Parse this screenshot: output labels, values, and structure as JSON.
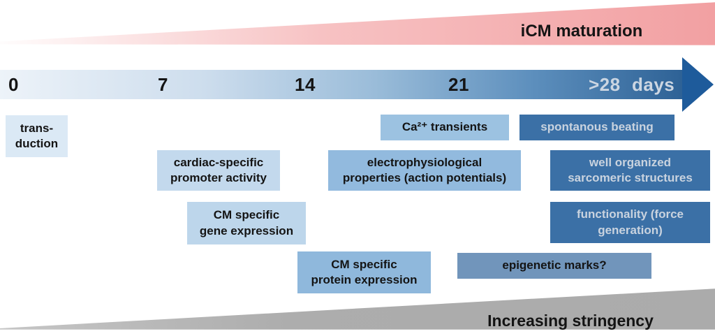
{
  "figure": {
    "top_band": {
      "label": "iCM maturation",
      "color_left": "#f7c8c9",
      "color_right": "#f2a0a2"
    },
    "timeline": {
      "day_labels": [
        "0",
        "7",
        "14",
        "21",
        ">28"
      ],
      "unit_label": "days",
      "bar_color_start": "#edf3f9",
      "bar_color_end": "#2e6296",
      "arrowhead_color": "#1e5b9b",
      "early_label_color": "#141414",
      "late_label_color": "#ccd6e2"
    },
    "milestones": [
      {
        "text": "trans-\nduction",
        "bg": "#dbe9f5",
        "fg": "#141414"
      },
      {
        "text": "cardiac-specific\npromoter activity",
        "bg": "#c3d9ed",
        "fg": "#141414"
      },
      {
        "text": "CM specific\ngene expression",
        "bg": "#bdd6eb",
        "fg": "#141414"
      },
      {
        "text": "CM specific\nprotein expression",
        "bg": "#8fb8dc",
        "fg": "#141414"
      },
      {
        "text": "Ca²⁺ transients",
        "bg": "#9cc2e1",
        "fg": "#141414"
      },
      {
        "text": "electrophysiological\nproperties (action potentials)",
        "bg": "#92bade",
        "fg": "#141414"
      },
      {
        "text": "epigenetic marks?",
        "bg": "#7195bb",
        "fg": "#141414"
      },
      {
        "text": "spontanous beating",
        "bg": "#3b70a6",
        "fg": "#c9d3df"
      },
      {
        "text": "well organized\nsarcomeric structures",
        "bg": "#3b70a6",
        "fg": "#c9d3df"
      },
      {
        "text": "functionality (force\ngeneration)",
        "bg": "#3b70a6",
        "fg": "#c9d3df"
      }
    ],
    "bottom_band": {
      "label": "Increasing stringency",
      "color": "#ababab"
    }
  }
}
